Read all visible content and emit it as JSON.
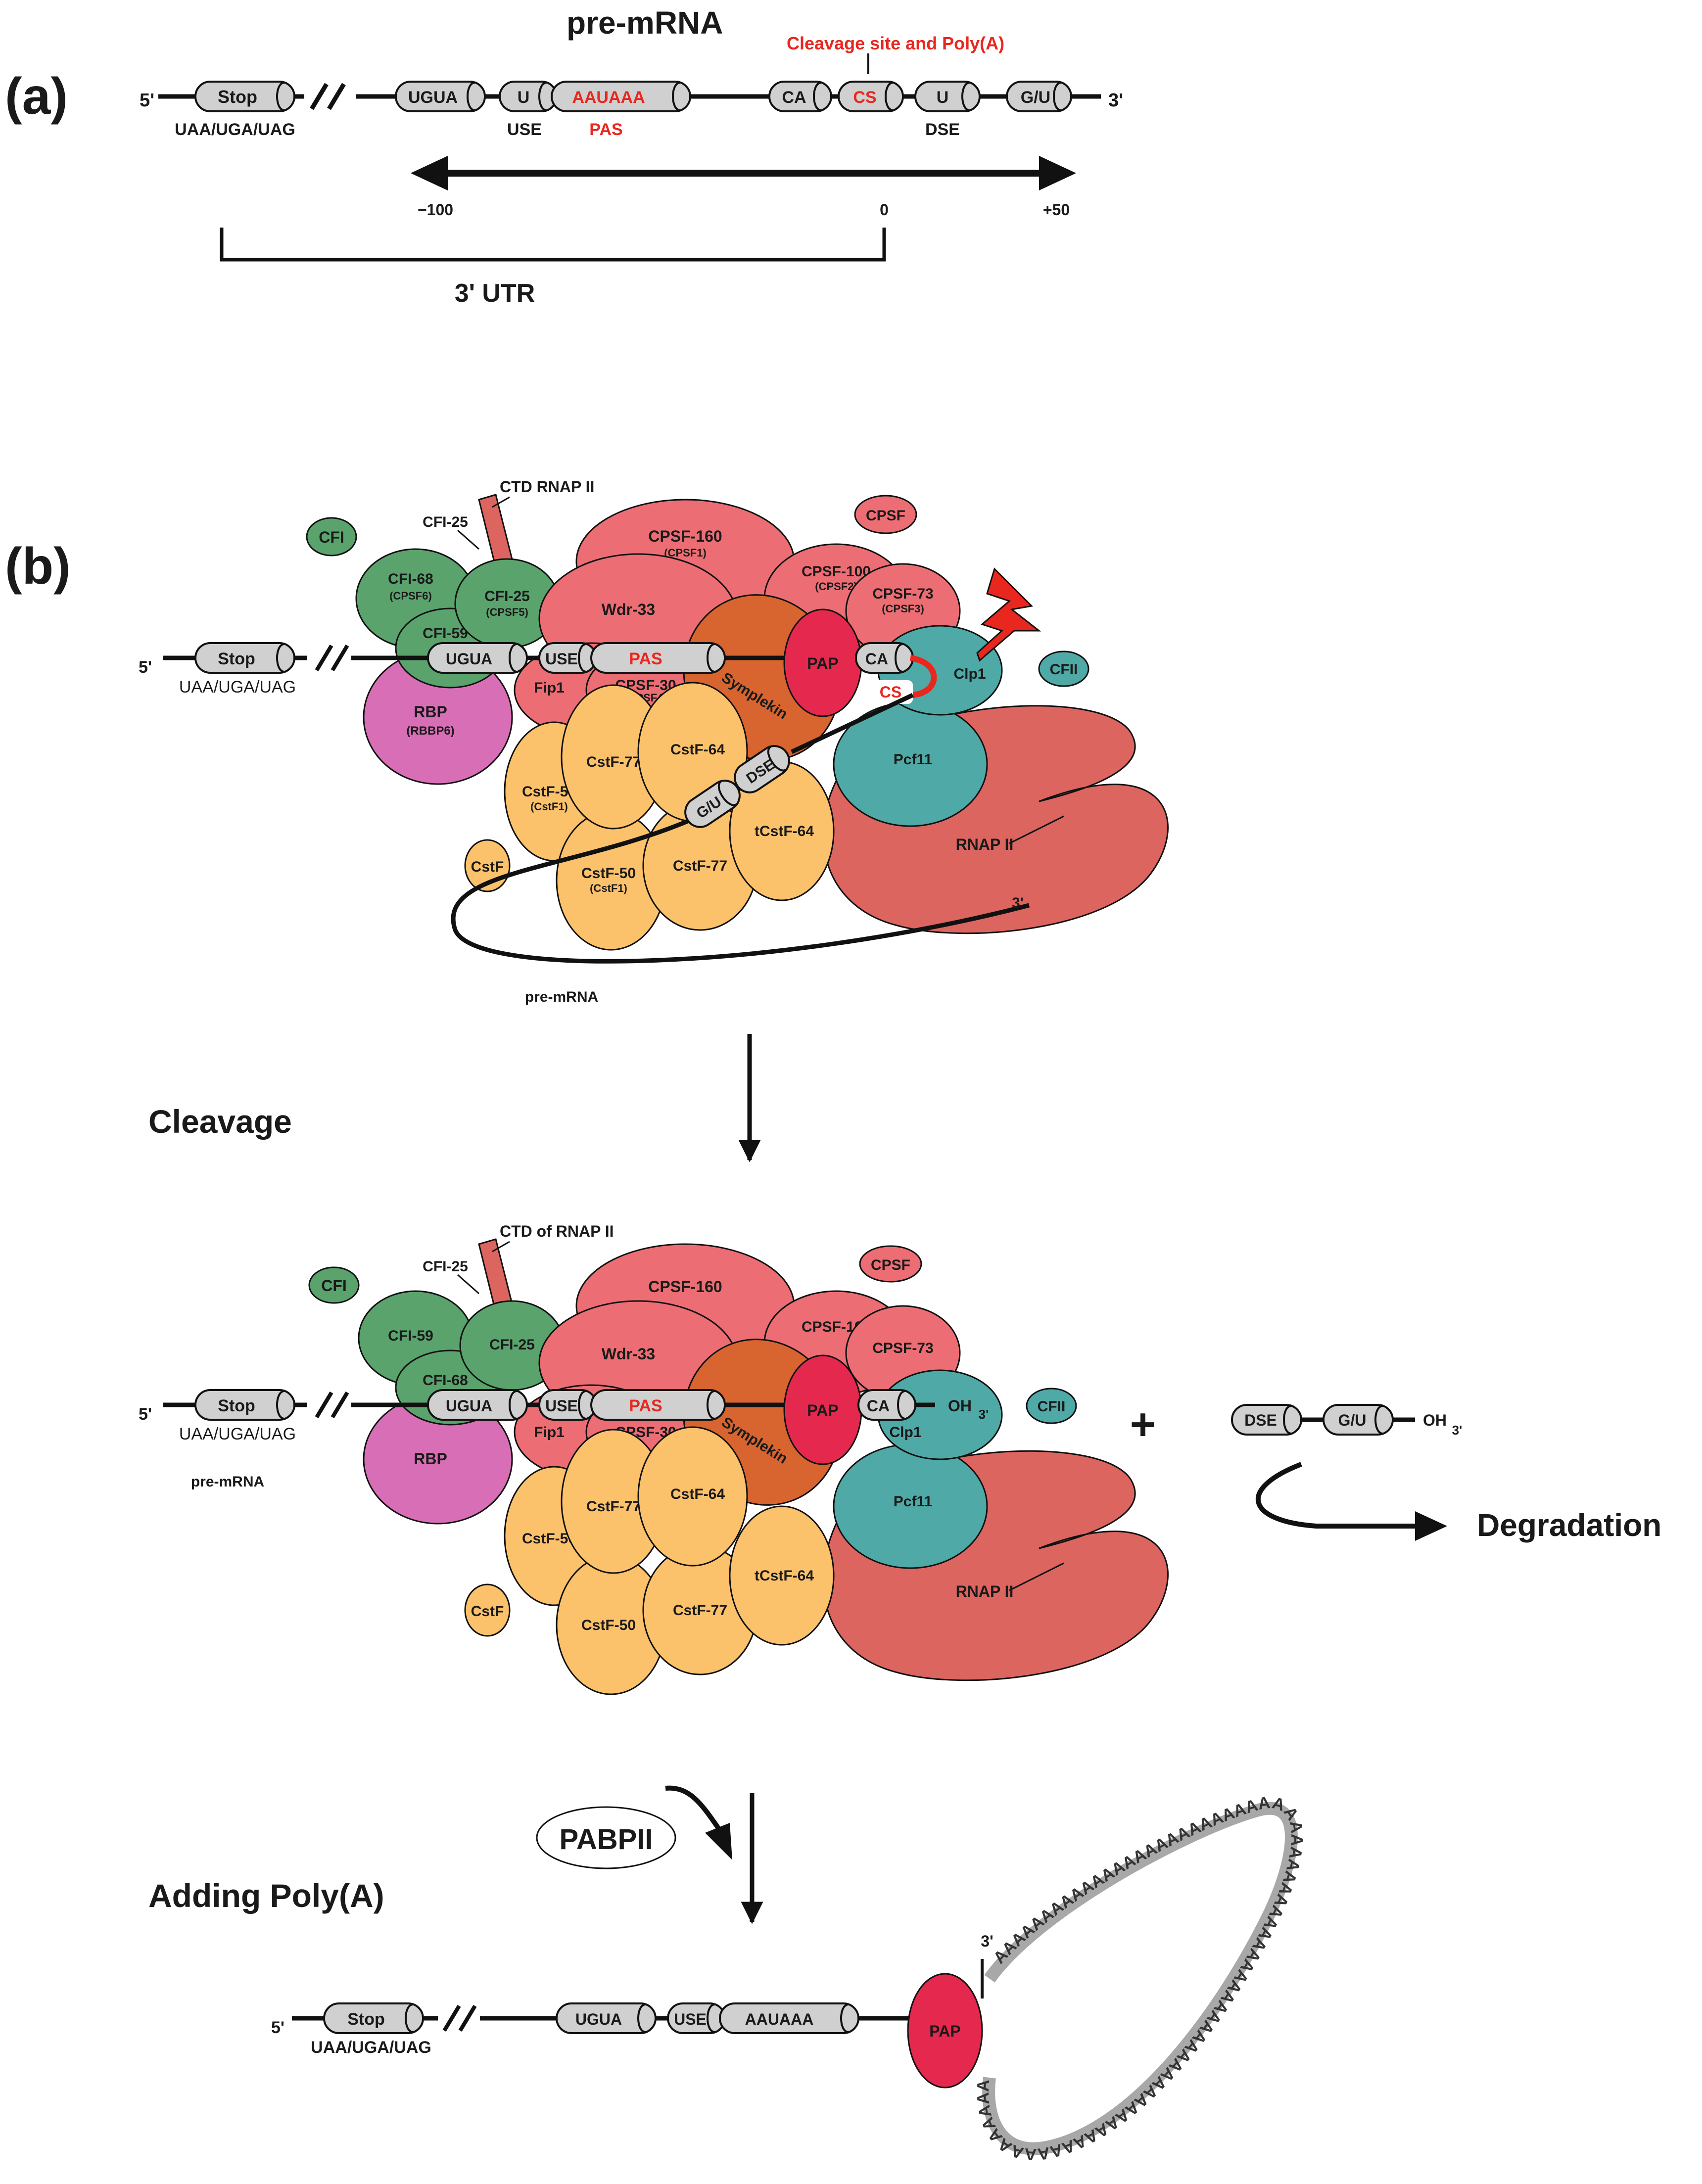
{
  "colors": {
    "accent_red": "#e8271e",
    "element_grey": "#d0d0d0",
    "cfi_green": "#5aa36d",
    "cpsf_pink": "#ec6e74",
    "cstf_orange": "#fcc26b",
    "symplekin": "#d8642f",
    "pap": "#e5284e",
    "cfii_teal": "#4fa9a6",
    "rnap": "#dc6560",
    "rbp": "#d86fb6"
  },
  "panel_a": {
    "label": "(a)",
    "title": "pre-mRNA",
    "end5": "5'",
    "end3": "3'",
    "stop": "Stop",
    "stop_codons": "UAA/UGA/UAG",
    "ugua": "UGUA",
    "u": "U",
    "aauaaa": "AAUAAA",
    "ca": "CA",
    "cs": "CS",
    "u2": "U",
    "gu": "G/U",
    "use": "USE",
    "pas": "PAS",
    "dse": "DSE",
    "cleavage": "Cleavage site and Poly(A)",
    "tick_neg": "−100",
    "tick_zero": "0",
    "tick_pos": "+50",
    "utr": "3' UTR"
  },
  "panel_b": {
    "label": "(b)",
    "top": {
      "ctd": "CTD RNAP II",
      "cfi_legend": "CFI",
      "cpsf_legend": "CPSF",
      "cfii_legend": "CFII",
      "cstf_legend": "CstF",
      "cfi25_top": "CFI-25",
      "cfi68": "CFI-68",
      "cfi68_sub": "(CPSF6)",
      "cfi25": "CFI-25",
      "cfi25_sub": "(CPSF5)",
      "cfi59": "CFI-59",
      "cpsf160": "CPSF-160",
      "cpsf160_sub": "(CPSF1)",
      "cpsf100": "CPSF-100",
      "cpsf100_sub": "(CPSF2)",
      "cpsf73": "CPSF-73",
      "cpsf73_sub": "(CPSF3)",
      "wdr33": "Wdr-33",
      "fip1": "Fip1",
      "cpsf30": "CPSF-30",
      "cpsf30_sub": "(CPSF4)",
      "symplekin": "Symplekin",
      "pap": "PAP",
      "clp1": "Clp1",
      "pcf11": "Pcf11",
      "rbp": "RBP",
      "rbp_sub": "(RBBP6)",
      "cstf77a": "CstF-77",
      "cstf64": "CstF-64",
      "cstf50a": "CstF-50",
      "cstf50a_sub": "(CstF1)",
      "cstf50b": "CstF-50",
      "cstf50b_sub": "(CstF1)",
      "cstf77b": "CstF-77",
      "tcstf64": "tCstF-64",
      "rnap": "RNAP II",
      "stop": "Stop",
      "ugua": "UGUA",
      "use": "USE",
      "pas": "PAS",
      "ca": "CA",
      "cs": "CS",
      "dse": "DSE",
      "gu": "G/U",
      "end5": "5'",
      "end3": "3'",
      "codons": "UAA/UGA/UAG",
      "premrna": "pre-mRNA"
    },
    "cleavage_step": "Cleavage",
    "mid": {
      "ctd": "CTD of RNAP II",
      "cfi_legend": "CFI",
      "cpsf_legend": "CPSF",
      "cfii_legend": "CFII",
      "cstf_legend": "CstF",
      "cfi25_top": "CFI-25",
      "cfi59": "CFI-59",
      "cfi25": "CFI-25",
      "cfi68": "CFI-68",
      "cpsf160": "CPSF-160",
      "cpsf100": "CPSF-100",
      "cpsf73": "CPSF-73",
      "wdr33": "Wdr-33",
      "fip1": "Fip1",
      "cpsf30": "CPSF-30",
      "symplekin": "Symplekin",
      "pap": "PAP",
      "clp1": "Clp1",
      "pcf11": "Pcf11",
      "rbp": "RBP",
      "cstf77a": "CstF-77",
      "cstf64": "CstF-64",
      "cstf50a": "CstF-50",
      "cstf50b": "CstF-50",
      "cstf77b": "CstF-77",
      "tcstf64": "tCstF-64",
      "rnap": "RNAP II",
      "stop": "Stop",
      "ugua": "UGUA",
      "use": "USE",
      "pas": "PAS",
      "ca": "CA",
      "oh": "OH",
      "oh_prime": "3'",
      "end5": "5'",
      "codons": "UAA/UGA/UAG",
      "premrna": "pre-mRNA",
      "plus": "+",
      "frag_dse": "DSE",
      "frag_gu": "G/U",
      "frag_oh": "OH",
      "frag_prime": "3'",
      "degradation": "Degradation"
    },
    "polya_step": "Adding Poly(A)",
    "pabpii": "PABPII",
    "bottom": {
      "end5": "5'",
      "stop": "Stop",
      "codons": "UAA/UGA/UAG",
      "ugua": "UGUA",
      "use": "USE",
      "aauaaa": "AAUAAA",
      "pap": "PAP",
      "end3": "3'",
      "polya_tail": "AAAAAAAAAAAAAAAAAAAAAAAAAAAAAAAAAAAAAAAAAAAAAAAAAAAAAAAAAAAAAAAAAAAAAAAAAAAAAAAAAAAAAAAAAAAAAAAAAAAAAAAAAAAAAAAAAAAAAAAAAAAAAAAAAAAAAAA"
    }
  }
}
